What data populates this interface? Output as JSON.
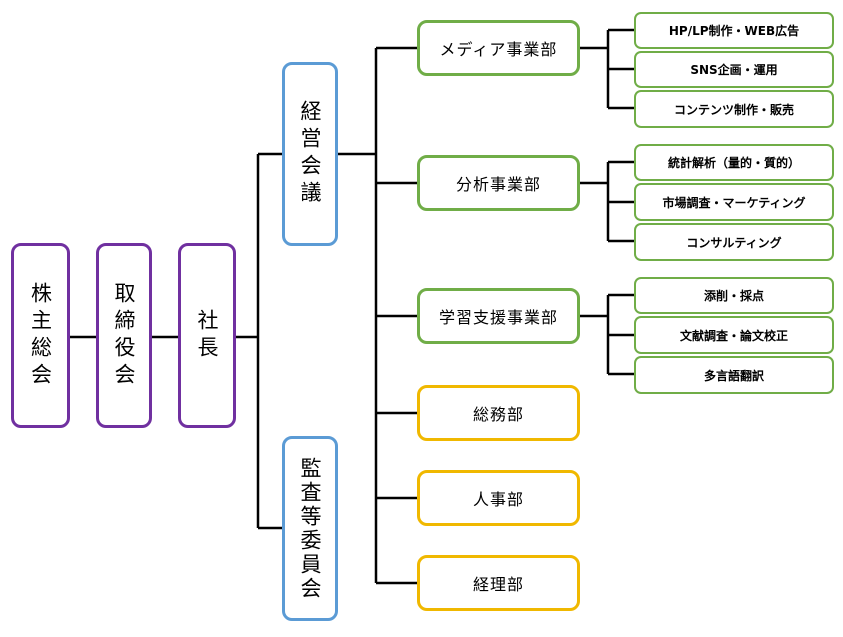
{
  "nodes": {
    "shareholders": "株主総会",
    "board": "取締役会",
    "president": "社長",
    "management": "経営会議",
    "audit": "監査等委員会",
    "media": "メディア事業部",
    "analysis": "分析事業部",
    "learning": "学習支援事業部",
    "general_affairs": "総務部",
    "hr": "人事部",
    "accounting": "経理部"
  },
  "sub_units": {
    "media": [
      "HP/LP制作・WEB広告",
      "SNS企画・運用",
      "コンテンツ制作・販売"
    ],
    "analysis": [
      "統計解析（量的・質的）",
      "市場調査・マーケティング",
      "コンサルティング"
    ],
    "learning": [
      "添削・採点",
      "文献調査・論文校正",
      "多言語翻訳"
    ]
  },
  "colors": {
    "executive": "#7030a0",
    "council": "#5b9bd5",
    "business": "#70ad47",
    "admin": "#f0b800",
    "line": "#000000"
  }
}
